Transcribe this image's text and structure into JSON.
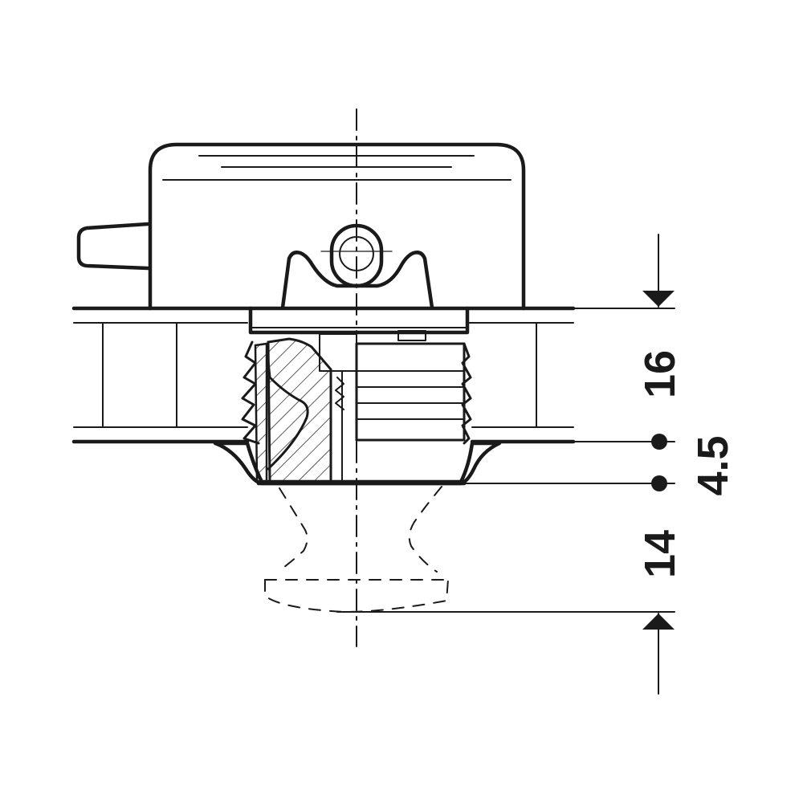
{
  "drawing": {
    "colors": {
      "line": "#1a1a1a",
      "background": "#ffffff"
    },
    "dimensions": [
      {
        "id": "dim-16",
        "label": "16"
      },
      {
        "id": "dim-4-5",
        "label": "4.5"
      },
      {
        "id": "dim-14",
        "label": "14"
      }
    ]
  }
}
